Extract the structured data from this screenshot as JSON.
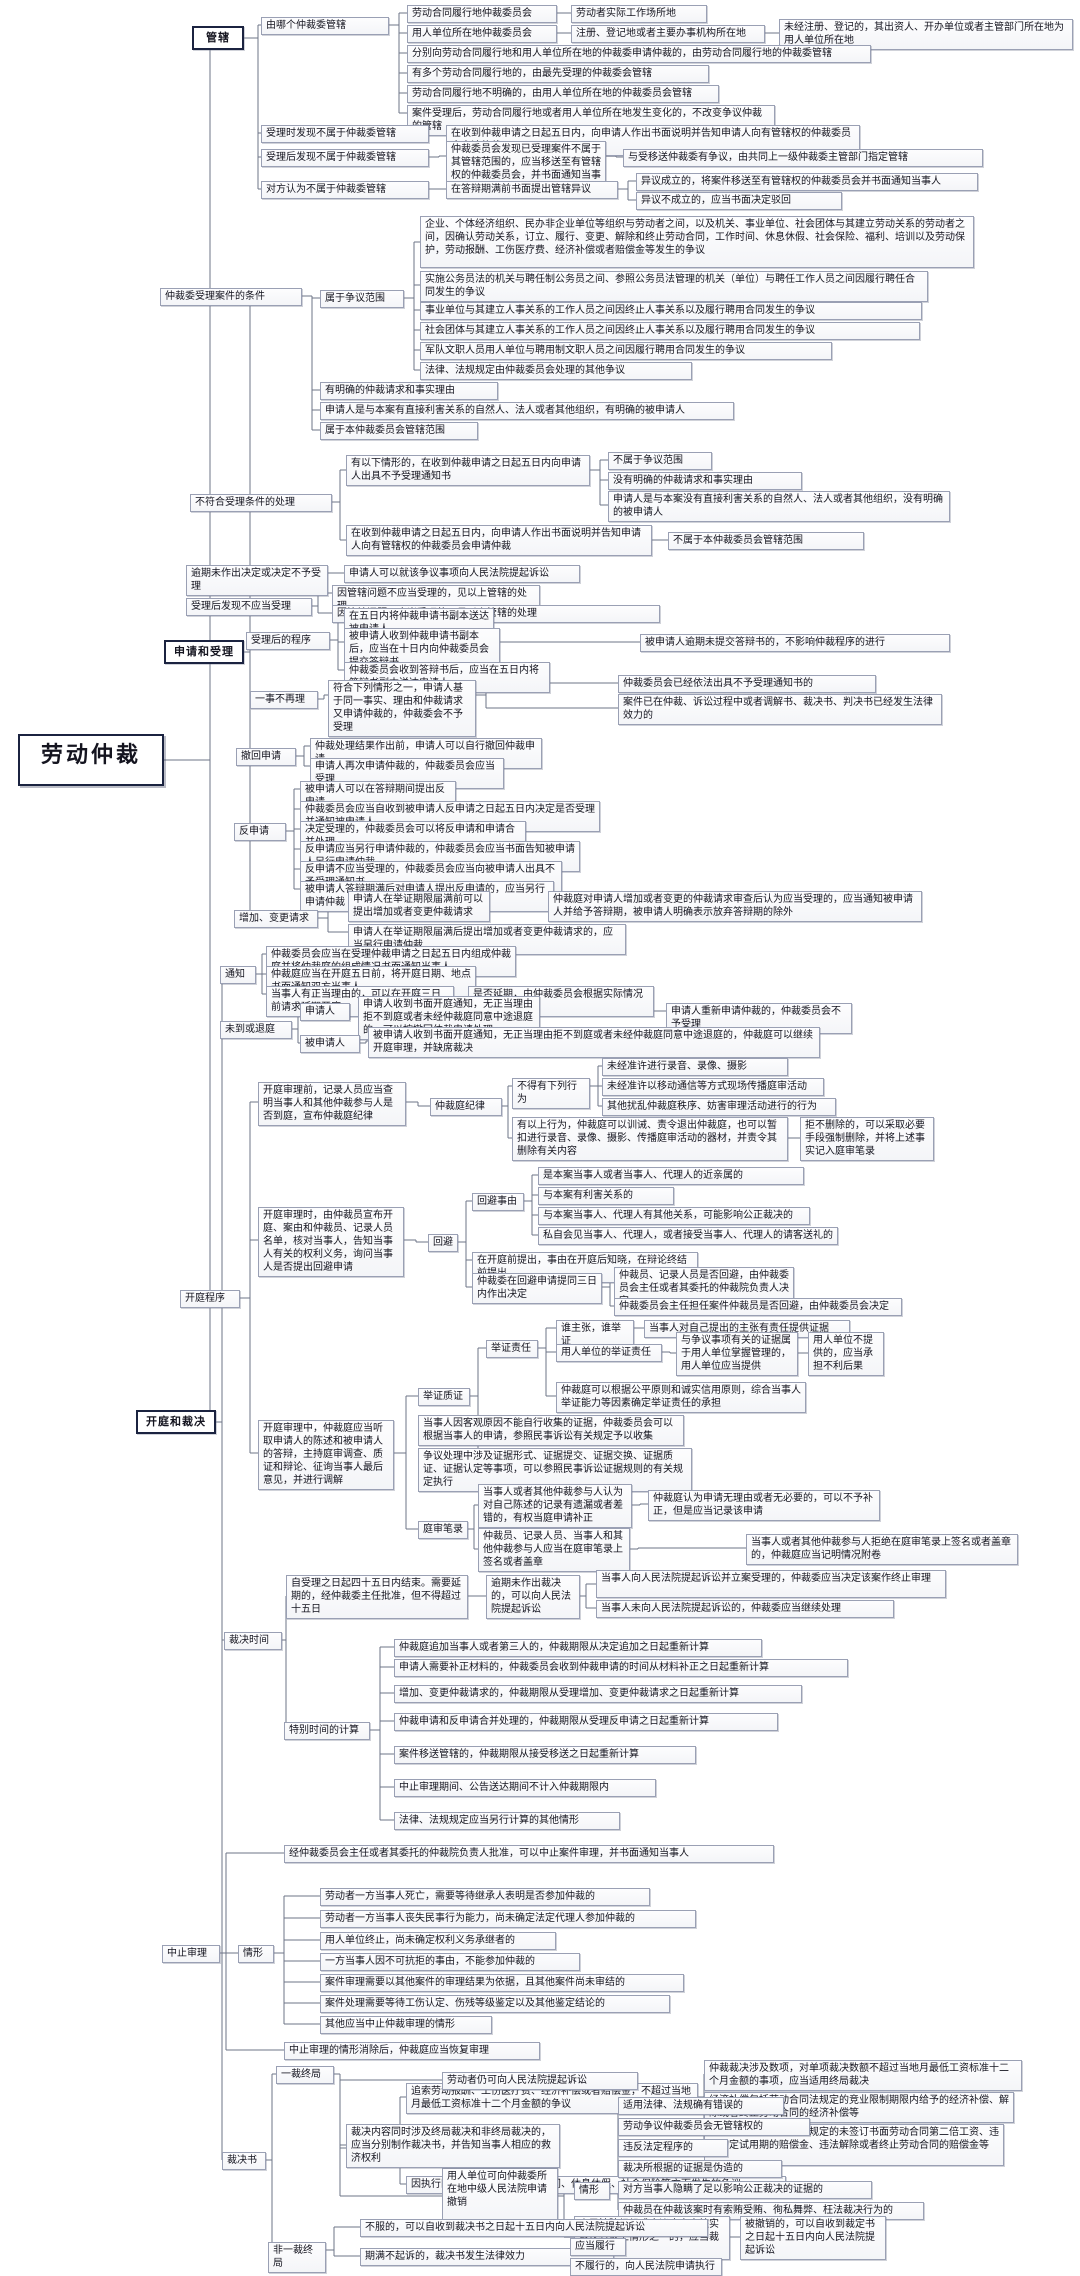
{
  "meta": {
    "title": "劳动仲裁",
    "type": "mindmap",
    "orientation": "left-to-right",
    "colors": {
      "root_border": "#1b2340",
      "node_border": "#9aa0b4",
      "node_fill": "#fdfdfe",
      "line": "#6d7487",
      "text": "#14141f",
      "page_background": "#ffffff"
    }
  },
  "root": {
    "label": "劳动仲裁"
  },
  "branches": [
    {
      "id": "guanxia",
      "label": "管辖",
      "children": [
        {
          "label": "由哪个仲裁委管辖",
          "children": [
            {
              "label": "劳动合同履行地仲裁委员会",
              "children": [
                {
                  "label": "劳动者实际工作场所地"
                }
              ]
            },
            {
              "label": "用人单位所在地仲裁委员会",
              "children": [
                {
                  "label": "注册、登记地或者主要办事机构所在地",
                  "children": [
                    {
                      "label": "未经注册、登记的，其出资人、开办单位或者主管部门所在地为用人单位所在地"
                    }
                  ]
                }
              ]
            },
            {
              "label": "分别向劳动合同履行地和用人单位所在地的仲裁委申请仲裁的，由劳动合同履行地的仲裁委管辖"
            },
            {
              "label": "有多个劳动合同履行地的，由最先受理的仲裁委会管辖"
            },
            {
              "label": "劳动合同履行地不明确的，由用人单位所在地的仲裁委员会管辖"
            },
            {
              "label": "案件受理后，劳动合同履行地或者用人单位所在地发生变化的，不改变争议仲裁的管辖"
            }
          ]
        },
        {
          "label": "受理时发现不属于仲裁委管辖",
          "children": [
            {
              "label": "在收到仲裁申请之日起五日内，向申请人作出书面说明并告知申请人向有管辖权的仲裁委员会申请仲裁"
            }
          ]
        },
        {
          "label": "受理后发现不属于仲裁委管辖",
          "children": [
            {
              "label": "仲裁委员会发现已受理案件不属于其管辖范围的，应当移送至有管辖权的仲裁委员会，并书面通知当事人",
              "children": [
                {
                  "label": "与受移送仲裁委有争议，由共同上一级仲裁委主管部门指定管辖"
                }
              ]
            }
          ]
        },
        {
          "label": "对方认为不属于仲裁委管辖",
          "children": [
            {
              "label": "在答辩期满前书面提出管辖异议",
              "children": [
                {
                  "label": "异议成立的，将案件移送至有管辖权的仲裁委员会并书面通知当事人"
                },
                {
                  "label": "异议不成立的，应当书面决定驳回"
                }
              ]
            }
          ]
        }
      ]
    },
    {
      "id": "shenqing",
      "label": "申请和受理",
      "children": [
        {
          "label": "仲裁委受理案件的条件",
          "children": [
            {
              "label": "属于争议范围",
              "children": [
                {
                  "label": "企业、个体经济组织、民办非企业单位等组织与劳动者之间，以及机关、事业单位、社会团体与其建立劳动关系的劳动者之间，因确认劳动关系，订立、履行、变更、解除和终止劳动合同，工作时间、休息休假、社会保险、福利、培训以及劳动保护，劳动报酬、工伤医疗费、经济补偿或者赔偿金等发生的争议"
                },
                {
                  "label": "实施公务员法的机关与聘任制公务员之间、参照公务员法管理的机关（单位）与聘任工作人员之间因履行聘任合同发生的争议"
                },
                {
                  "label": "事业单位与其建立人事关系的工作人员之间因终止人事关系以及履行聘用合同发生的争议"
                },
                {
                  "label": "社会团体与其建立人事关系的工作人员之间因终止人事关系以及履行聘用合同发生的争议"
                },
                {
                  "label": "军队文职人员用人单位与聘用制文职人员之间因履行聘用合同发生的争议"
                },
                {
                  "label": "法律、法规规定由仲裁委员会处理的其他争议"
                }
              ]
            },
            {
              "label": "有明确的仲裁请求和事实理由"
            },
            {
              "label": "申请人是与本案有直接利害关系的自然人、法人或者其他组织，有明确的被申请人"
            },
            {
              "label": "属于本仲裁委员会管辖范围"
            }
          ]
        },
        {
          "label": "不符合受理条件的处理",
          "children": [
            {
              "label": "有以下情形的，在收到仲裁申请之日起五日内向申请人出具不予受理通知书",
              "children": [
                {
                  "label": "不属于争议范围"
                },
                {
                  "label": "没有明确的仲裁请求和事实理由"
                },
                {
                  "label": "申请人是与本案没有直接利害关系的自然人、法人或者其他组织，没有明确的被申请人"
                }
              ]
            },
            {
              "label": "在收到仲裁申请之日起五日内，向申请人作出书面说明并告知申请人向有管辖权的仲裁委员会申请仲裁",
              "children": [
                {
                  "label": "不属于本仲裁委员会管辖范围"
                }
              ]
            }
          ]
        },
        {
          "label": "逾期未作出决定或决定不予受理",
          "children": [
            {
              "label": "申请人可以就该争议事项向人民法院提起诉讼"
            }
          ]
        },
        {
          "label": "受理后发现不应当受理",
          "children": [
            {
              "label": "因管辖问题不应当受理的，见以上管辖的处理"
            },
            {
              "label": "应当撤销案件，并自决定撤销案件后五日内，以决定书的形式通知当事人"
            }
          ]
        },
        {
          "label": "受理后的程序",
          "children": [
            {
              "label": "在五日内将仲裁申请书副本送达被申请人"
            },
            {
              "label": "被申请人收到仲裁申请书副本后，应当在十日内向仲裁委员会提交答辩书",
              "children": [
                {
                  "label": "被申请人逾期未提交答辩书的，不影响仲裁程序的进行"
                }
              ]
            },
            {
              "label": "仲裁委员会收到答辩书后，应当在五日内将答辩书副本送达申请人"
            }
          ]
        },
        {
          "label": "一事不再理",
          "children": [
            {
              "label": "符合下列情形之一，申请人基于同一事实、理由和仲裁请求又申请仲裁的，仲裁委会不予受理",
              "children": [
                {
                  "label": "仲裁委员会已经依法出具不予受理通知书的"
                },
                {
                  "label": "案件已在仲裁、诉讼过程中或者调解书、裁决书、判决书已经发生法律效力的"
                }
              ]
            }
          ]
        },
        {
          "label": "撤回申请",
          "children": [
            {
              "label": "仲裁处理结果作出前，申请人可以自行撤回仲裁申请"
            },
            {
              "label": "申请人再次申请仲裁的，仲裁委员会应当受理"
            }
          ]
        },
        {
          "label": "反申请",
          "children": [
            {
              "label": "被申请人可以在答辩期间提出反申请"
            },
            {
              "label": "仲裁委员会应当自收到被申请人反申请之日起五日内决定是否受理并通知被申请人"
            },
            {
              "label": "决定受理的，仲裁委员会可以将反申请和申请合并处理"
            },
            {
              "label": "反申请应当另行申请仲裁的，仲裁委员会应当书面告知被申请人另行申请仲裁"
            },
            {
              "label": "反申请不应当受理的，仲裁委员会应当向被申请人出具不予受理通知书"
            },
            {
              "label": "被申请人答辩期满后对申请人提出反申请的，应当另行申请仲裁"
            }
          ]
        },
        {
          "label": "增加、变更请求",
          "children": [
            {
              "label": "申请人在举证期限届满前可以提出增加或者变更仲裁请求",
              "children": [
                {
                  "label": "仲裁庭对申请人增加或者变更的仲裁请求审查后认为应当受理的，应当通知被申请人并给予答辩期，被申请人明确表示放弃答辩期的除外"
                }
              ]
            },
            {
              "label": "申请人在举证期限届满后提出增加或者变更仲裁请求的，应当另行申请仲裁"
            }
          ]
        }
      ]
    },
    {
      "id": "kaiting",
      "label": "开庭和裁决",
      "children": [
        {
          "label": "通知",
          "children": [
            {
              "label": "仲裁委员会应当在受理仲裁申请之日起五日内组成仲裁庭并将仲裁庭的组成情况书面通知当事人"
            },
            {
              "label": "仲裁庭应当在开庭五日前，将开庭日期、地点书面通知双方当事人"
            },
            {
              "label": "当事人有正当理由的，可以在开庭三日前请求延期开庭",
              "children": [
                {
                  "label": "是否延期，由仲裁委员会根据实际情况决定"
                }
              ]
            }
          ]
        },
        {
          "label": "未到或退庭",
          "children": [
            {
              "label": "申请人",
              "children": [
                {
                  "label": "申请人收到书面开庭通知，无正当理由拒不到庭或者未经仲裁庭同意中途退庭的，可以按撤回仲裁申请处理",
                  "children": [
                    {
                      "label": "申请人重新申请仲裁的，仲裁委员会不予受理"
                    }
                  ]
                }
              ]
            },
            {
              "label": "被申请人",
              "children": [
                {
                  "label": "被申请人收到书面开庭通知，无正当理由拒不到庭或者未经仲裁庭同意中途退庭的，仲裁庭可以继续开庭审理，并缺席裁决"
                }
              ]
            }
          ]
        },
        {
          "label": "开庭程序",
          "children": [
            {
              "label": "开庭审理前，记录人员应当查明当事人和其他仲裁参与人是否到庭，宣布仲裁庭纪律",
              "children": [
                {
                  "label": "仲裁庭纪律",
                  "children": [
                    {
                      "label": "不得有下列行为",
                      "children": [
                        {
                          "label": "未经准许进行录音、录像、摄影"
                        },
                        {
                          "label": "未经准许以移动通信等方式现场传播庭审活动"
                        },
                        {
                          "label": "其他扰乱仲裁庭秩序、妨害审理活动进行的行为"
                        }
                      ]
                    },
                    {
                      "label": "有以上行为，仲裁庭可以训诫、责令退出仲裁庭，也可以暂扣进行录音、录像、摄影、传播庭审活动的器材，并责令其删除有关内容",
                      "children": [
                        {
                          "label": "拒不删除的，可以采取必要手段强制删除，并将上述事实记入庭审笔录"
                        }
                      ]
                    }
                  ]
                }
              ]
            },
            {
              "label": "开庭审理时，由仲裁员宣布开庭、案由和仲裁员、记录人员名单，核对当事人，告知当事人有关的权利义务，询问当事人是否提出回避申请",
              "children": [
                {
                  "label": "回避",
                  "children": [
                    {
                      "label": "回避事由",
                      "children": [
                        {
                          "label": "是本案当事人或者当事人、代理人的近亲属的"
                        },
                        {
                          "label": "与本案有利害关系的"
                        },
                        {
                          "label": "与本案当事人、代理人有其他关系，可能影响公正裁决的"
                        },
                        {
                          "label": "私自会见当事人、代理人，或者接受当事人、代理人的请客送礼的"
                        }
                      ]
                    },
                    {
                      "label": "在开庭前提出，事由在开庭后知晓，在辩论终结前提出"
                    },
                    {
                      "label": "仲裁委在回避申请提同三日内作出决定",
                      "children": [
                        {
                          "label": "仲裁员、记录人员是否回避，由仲裁委员会主任或者其委托的仲裁院负责人决定"
                        },
                        {
                          "label": "仲裁委员会主任担任案件仲裁员是否回避，由仲裁委员会决定"
                        }
                      ]
                    }
                  ]
                }
              ]
            },
            {
              "label": "开庭审理中，仲裁庭应当听取申请人的陈述和被申请人的答辩，主持庭审调查、质证和辩论、征询当事人最后意见，并进行调解",
              "children": [
                {
                  "label": "举证质证",
                  "children": [
                    {
                      "label": "举证责任",
                      "children": [
                        {
                          "label": "谁主张，谁举证",
                          "children": [
                            {
                              "label": "当事人对自己提出的主张有责任提供证据"
                            }
                          ]
                        },
                        {
                          "label": "用人单位的举证责任",
                          "children": [
                            {
                              "label": "与争议事项有关的证据属于用人单位掌握管理的，用人单位应当提供",
                              "children": [
                                {
                                  "label": "用人单位不提供的，应当承担不利后果"
                                }
                              ]
                            }
                          ]
                        },
                        {
                          "label": "仲裁庭可以根据公平原则和诚实信用原则，综合当事人举证能力等因素确定举证责任的承担"
                        }
                      ]
                    },
                    {
                      "label": "当事人因客观原因不能自行收集的证据，仲裁委员会可以根据当事人的申请，参照民事诉讼有关规定予以收集"
                    },
                    {
                      "label": "争议处理中涉及证据形式、证据提交、证据交换、证据质证、证据认定等事项，可以参照民事诉讼证据规则的有关规定执行"
                    }
                  ]
                },
                {
                  "label": "庭审笔录",
                  "children": [
                    {
                      "label": "当事人或者其他仲裁参与人认为对自己陈述的记录有遗漏或者差错的，有权当庭申请补正",
                      "children": [
                        {
                          "label": "仲裁庭认为申请无理由或者无必要的，可以不予补正，但是应当记录该申请"
                        }
                      ]
                    },
                    {
                      "label": "仲裁员、记录人员、当事人和其他仲裁参与人应当在庭审笔录上签名或者盖章",
                      "children": [
                        {
                          "label": "当事人或者其他仲裁参与人拒绝在庭审笔录上签名或者盖章的，仲裁庭应当记明情况附卷"
                        }
                      ]
                    }
                  ]
                }
              ]
            }
          ]
        },
        {
          "label": "裁决时间",
          "children": [
            {
              "label": "自受理之日起四十五日内结束。需要延期的，经仲裁委主任批准，但不得超过十五日",
              "children": [
                {
                  "label": "逾期未作出裁决的，可以向人民法院提起诉讼",
                  "children": [
                    {
                      "label": "当事人向人民法院提起诉讼并立案受理的，仲裁委应当决定该案作终止审理"
                    },
                    {
                      "label": "当事人未向人民法院提起诉讼的，仲裁委应当继续处理"
                    }
                  ]
                }
              ]
            },
            {
              "label": "特别时间的计算",
              "children": [
                {
                  "label": "仲裁庭追加当事人或者第三人的，仲裁期限从决定追加之日起重新计算"
                },
                {
                  "label": "申请人需要补正材料的，仲裁委员会收到仲裁申请的时间从材料补正之日起重新计算"
                },
                {
                  "label": "增加、变更仲裁请求的，仲裁期限从受理增加、变更仲裁请求之日起重新计算"
                },
                {
                  "label": "仲裁申请和反申请合并处理的，仲裁期限从受理反申请之日起重新计算"
                },
                {
                  "label": "案件移送管辖的，仲裁期限从接受移送之日起重新计算"
                },
                {
                  "label": "中止审理期间、公告送达期间不计入仲裁期限内"
                },
                {
                  "label": "法律、法规规定应当另行计算的其他情形"
                }
              ]
            }
          ]
        },
        {
          "label": "中止审理",
          "children": [
            {
              "label": "经仲裁委员会主任或者其委托的仲裁院负责人批准，可以中止案件审理，并书面通知当事人"
            },
            {
              "label": "情形",
              "children": [
                {
                  "label": "劳动者一方当事人死亡，需要等待继承人表明是否参加仲裁的"
                },
                {
                  "label": "劳动者一方当事人丧失民事行为能力，尚未确定法定代理人参加仲裁的"
                },
                {
                  "label": "用人单位终止，尚未确定权利义务承继者的"
                },
                {
                  "label": "一方当事人因不可抗拒的事由，不能参加仲裁的"
                },
                {
                  "label": "案件审理需要以其他案件的审理结果为依据，且其他案件尚未审结的"
                },
                {
                  "label": "案件处理需要等待工伤认定、伤残等级鉴定以及其他鉴定结论的"
                },
                {
                  "label": "其他应当中止仲裁审理的情形"
                }
              ]
            },
            {
              "label": "中止审理的情形消除后，仲裁庭应当恢复审理"
            }
          ]
        },
        {
          "label": "裁决书",
          "children": [
            {
              "label": "一裁终局",
              "children": [
                {
                  "label": "情形",
                  "children": [
                    {
                      "label": "追索劳动报酬、工伤医疗费、经济补偿或者赔偿金，不超过当地月最低工资标准十二个月金额的争议",
                      "children": [
                        {
                          "label": "仲裁裁决涉及数项，对单项裁决数额不超过当地月最低工资标准十二个月金额的事项，应当适用终局裁决"
                        },
                        {
                          "label": "经济补偿包括劳动合同法规定的竞业限制期限内给予的经济补偿、解除或者终止劳动合同的经济补偿等"
                        },
                        {
                          "label": "赔偿金包括劳动合同法规定的未签订书面劳动合同第二倍工资、违法约定试用期的赔偿金、违法解除或者终止劳动合同的赔偿金等"
                        }
                      ]
                    },
                    {
                      "label": "因执行国家的劳动标准在工作时间、休息休假、社会保险等方面发生的争议"
                    }
                  ]
                },
                {
                  "label": "劳动者仍可向人民法院提起诉讼"
                },
                {
                  "label": "用人单位可向仲裁委所在地中级人民法院申请撤销",
                  "children": [
                    {
                      "label": "情形",
                      "children": [
                        {
                          "label": "适用法律、法规确有错误的"
                        },
                        {
                          "label": "劳动争议仲裁委员会无管辖权的"
                        },
                        {
                          "label": "违反法定程序的"
                        },
                        {
                          "label": "裁决所根据的证据是伪造的"
                        },
                        {
                          "label": "对方当事人隐瞒了足以影响公正裁决的证据的"
                        },
                        {
                          "label": "仲裁员在仲裁该案时有索贿受贿、徇私舞弊、枉法裁决行为的"
                        }
                      ]
                    },
                    {
                      "label": "人民法院经组成合议庭审查核实裁决有以上情形之一的，应当裁定撤销",
                      "children": [
                        {
                          "label": "被撤销的，可以自收到裁定书之日起十五日内向人民法院提起诉讼"
                        }
                      ]
                    }
                  ]
                },
                {
                  "label": "裁决内容同时涉及终局裁决和非终局裁决的，应当分别制作裁决书，并告知当事人相应的救济权利"
                }
              ]
            },
            {
              "label": "非一裁终局",
              "children": [
                {
                  "label": "不服的，可以自收到裁决书之日起十五日内向人民法院提起诉讼"
                },
                {
                  "label": "期满不起诉的，裁决书发生法律效力",
                  "children": [
                    {
                      "label": "应当履行"
                    },
                    {
                      "label": "不履行的，向人民法院申请执行"
                    }
                  ]
                }
              ]
            }
          ]
        }
      ]
    }
  ]
}
